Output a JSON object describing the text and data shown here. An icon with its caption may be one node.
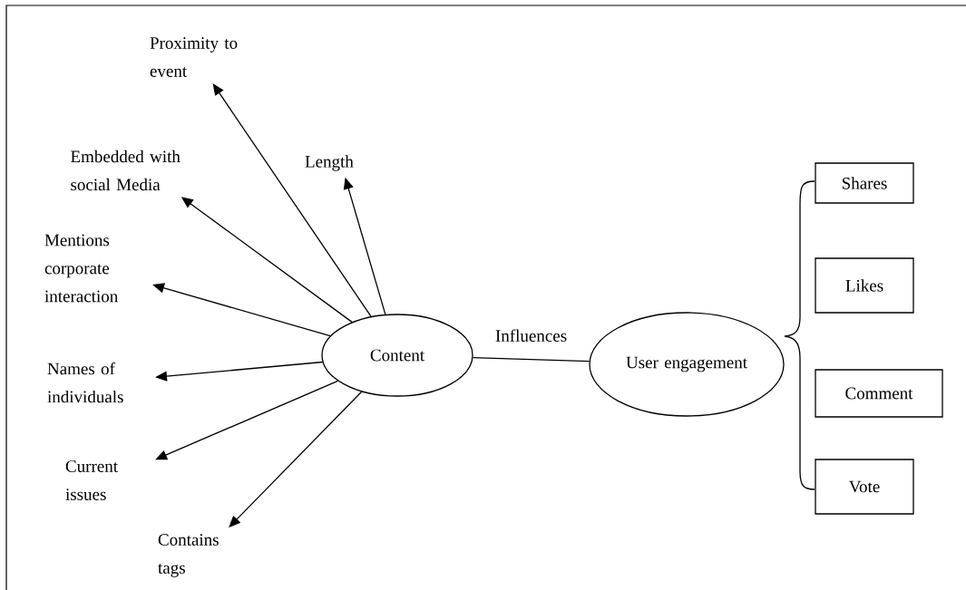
{
  "diagram": {
    "nodes": [
      {
        "text": [
          "Content"
        ]
      },
      {
        "text": [
          "Proximity to event"
        ]
      },
      {
        "text": [
          "Embedded with social Media"
        ]
      },
      {
        "text": [
          "Length"
        ]
      },
      {
        "text": [
          "Mentions corporate interaction"
        ]
      },
      {
        "text": [
          "Names of individuals"
        ]
      },
      {
        "text": [
          "Current issues"
        ]
      },
      {
        "text": [
          "Contains tags"
        ]
      },
      {
        "text": [
          "User engagement"
        ]
      },
      {
        "text": [
          "Shares"
        ]
      },
      {
        "text": [
          "Likes"
        ]
      },
      {
        "text": [
          "Comment"
        ]
      },
      {
        "text": [
          "Vote"
        ]
      }
    ],
    "edges": [
      {
        "from": 0,
        "to": 1,
        "arrow": "to"
      },
      {
        "from": 0,
        "to": 2,
        "arrow": "to"
      },
      {
        "from": 0,
        "to": 3,
        "arrow": "to"
      },
      {
        "from": 0,
        "to": 4,
        "arrow": "to"
      },
      {
        "from": 0,
        "to": 5,
        "arrow": "to"
      },
      {
        "from": 0,
        "to": 6,
        "arrow": "to"
      },
      {
        "from": 0,
        "to": 7,
        "arrow": "to"
      },
      {
        "from": 0,
        "to": 8,
        "arrow": "none",
        "label": "Influences"
      }
    ]
  }
}
